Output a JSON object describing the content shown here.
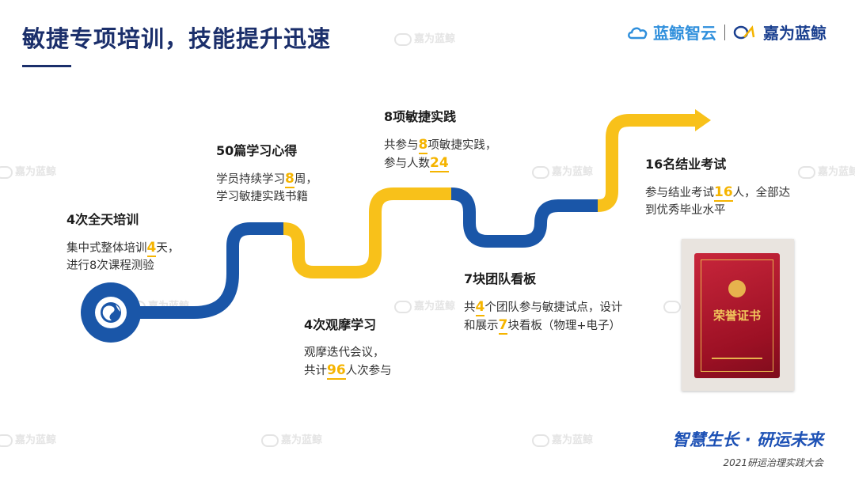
{
  "header": {
    "title": "敏捷专项培训，技能提升迅速",
    "logos": {
      "primary": "蓝鲸智云",
      "secondary": "嘉为蓝鲸"
    }
  },
  "watermark_text": "嘉为蓝鲸",
  "steps": [
    {
      "heading": "4次全天培训",
      "lines": [
        {
          "pre": "集中式整体培训",
          "hl": "4",
          "post": "天，"
        },
        {
          "pre": "进行8次课程测验",
          "hl": "",
          "post": ""
        }
      ]
    },
    {
      "heading": "50篇学习心得",
      "lines": [
        {
          "pre": "学员持续学习",
          "hl": "8",
          "post": "周，"
        },
        {
          "pre": "学习敏捷实践书籍",
          "hl": "",
          "post": ""
        }
      ]
    },
    {
      "heading": "4次观摩学习",
      "lines": [
        {
          "pre": "观摩迭代会议，",
          "hl": "",
          "post": ""
        },
        {
          "pre": "共计",
          "hl": "96",
          "post": "人次参与"
        }
      ]
    },
    {
      "heading": "8项敏捷实践",
      "lines": [
        {
          "pre": "共参与",
          "hl": "8",
          "post": "项敏捷实践，"
        },
        {
          "pre": "参与人数",
          "hl": "24",
          "post": ""
        }
      ]
    },
    {
      "heading": "7块团队看板",
      "lines": [
        {
          "pre": "共",
          "hl": "4",
          "post": "个团队参与敏捷试点，设计"
        },
        {
          "pre": "和展示",
          "hl": "7",
          "post": "块看板（物理+电子）"
        }
      ]
    },
    {
      "heading": "16名结业考试",
      "lines": [
        {
          "pre": "参与结业考试",
          "hl": "16",
          "post": "人，全部达"
        },
        {
          "pre": "到优秀毕业水平",
          "hl": "",
          "post": ""
        }
      ]
    }
  ],
  "certificate": {
    "title": "荣誉证书"
  },
  "footer": {
    "slogan": "智慧生长 · 研运未来",
    "event": "2021研运治理实践大会"
  },
  "colors": {
    "blue": "#1a56a8",
    "yellow": "#f8c11a",
    "title": "#1b2f6b"
  },
  "icons": {
    "start": "globe-icon",
    "end": "arrow-right-icon"
  }
}
